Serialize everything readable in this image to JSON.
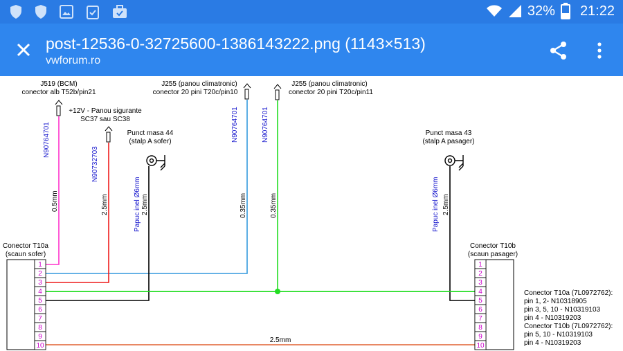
{
  "status": {
    "battery": "32%",
    "time": "21:22",
    "icons": [
      "shield-icon",
      "shield-icon",
      "image-icon",
      "clipboard-check-icon",
      "briefcase-check-icon",
      "wifi-icon",
      "signal-icon",
      "battery-icon"
    ]
  },
  "appbar": {
    "title": "post-12536-0-32725600-1386143222.png (1143×513)",
    "subtitle": "vwforum.ro"
  },
  "colors": {
    "status_bar": "#2a7be4",
    "app_bar": "#2f86ee",
    "wire_pink": "#ff33cc",
    "wire_red": "#ee1c1c",
    "wire_blue": "#3399dd",
    "wire_green": "#22dd22",
    "wire_black": "#000000",
    "wire_orange": "#e06030",
    "label_blue": "#1010cc",
    "pin_number": "#cc00cc"
  },
  "diagram": {
    "j519_l1": "J519 (BCM)",
    "j519_l2": "conector alb T52b/pin21",
    "panou_l1": "+12V  - Panou sigurante",
    "panou_l2": "SC37 sau SC38",
    "j255a_l1": "J255 (panou climatronic)",
    "j255a_l2": "conector 20 pini T20c/pin10",
    "j255b_l1": "J255 (panou climatronic)",
    "j255b_l2": "conector 20 pini T20c/pin11",
    "masa44_l1": "Punct masa 44",
    "masa44_l2": "(stalp A sofer)",
    "masa43_l1": "Punct masa 43",
    "masa43_l2": "(stalp A pasager)",
    "part_pink": "N90764701",
    "part_red": "N90732703",
    "part_blue": "N90764701",
    "part_green": "N90764701",
    "papuc_left": "Papuc inel Ø6mm",
    "papuc_right": "Papuc inel Ø6mm",
    "size_pink": "0.5mm",
    "size_red": "2.5mm",
    "size_black_left": "2.5mm",
    "size_blue": "0.35mm",
    "size_green": "0.35mm",
    "size_black_right": "2.5mm",
    "size_orange": "2.5mm",
    "conn_left_l1": "Conector T10a",
    "conn_left_l2": "(scaun sofer)",
    "conn_right_l1": "Conector T10b",
    "conn_right_l2": "(scaun pasager)",
    "pins": [
      "1",
      "2",
      "3",
      "4",
      "5",
      "6",
      "7",
      "8",
      "9",
      "10"
    ],
    "notes": [
      "Conector T10a (7L0972762):",
      "pin 1, 2- N10318905",
      "pin 3, 5, 10 - N10319103",
      "pin 4 - N10319203",
      "Conector T10b (7L0972762):",
      "pin 5, 10 - N10319103",
      "pin 4 - N10319203"
    ]
  }
}
